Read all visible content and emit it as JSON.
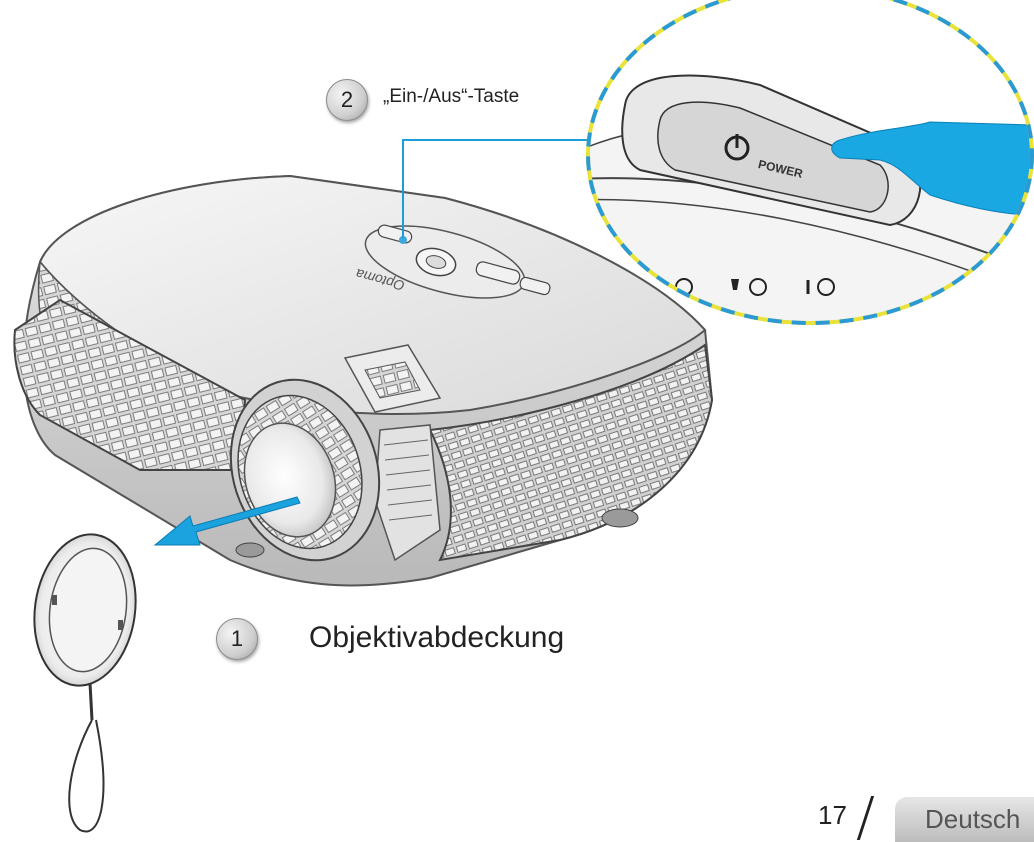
{
  "callouts": [
    {
      "number": "2",
      "label": "„Ein-/Aus“-Taste"
    },
    {
      "number": "1",
      "label": "Objektivabdeckung"
    }
  ],
  "power_button_label": "POWER",
  "page_number": "17",
  "language_tab": "Deutsch",
  "colors": {
    "leader_line": "#1c9fd8",
    "arrow": "#1aa3de",
    "hand": "#19a8e2",
    "zoom_border_blue": "#2b9ad3",
    "zoom_border_yellow": "#e8e23a"
  }
}
